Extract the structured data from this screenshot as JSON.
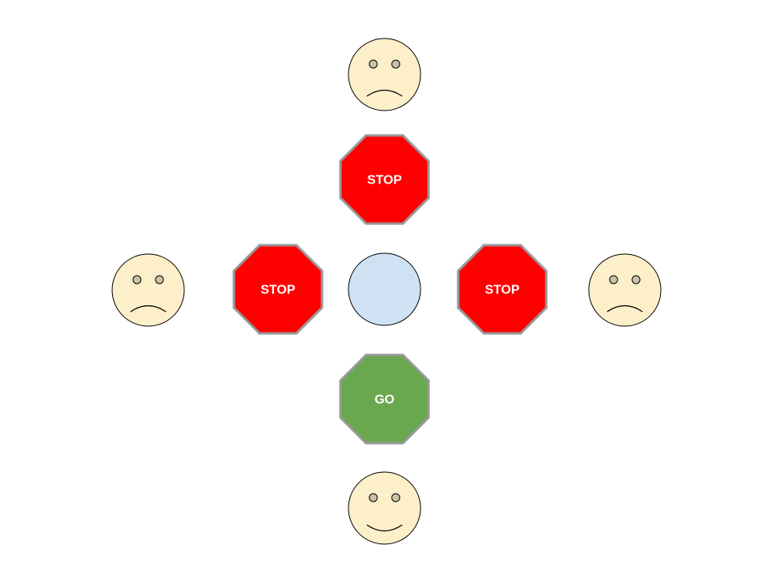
{
  "colors": {
    "face_fill": "#fdefc9",
    "face_stroke": "#000000",
    "eye_fill": "#c8c3a8",
    "stop_fill": "#ff0000",
    "go_fill": "#6aa84f",
    "sign_stroke": "#999999",
    "intersection_fill": "#cfe2f3",
    "intersection_stroke": "#000000"
  },
  "intersection": {
    "icon": "intersection-circle"
  },
  "faces": [
    {
      "position": "top",
      "mood": "sad",
      "icon": "sad-face-icon"
    },
    {
      "position": "left",
      "mood": "sad",
      "icon": "sad-face-icon"
    },
    {
      "position": "right",
      "mood": "sad",
      "icon": "sad-face-icon"
    },
    {
      "position": "bottom",
      "mood": "happy",
      "icon": "happy-face-icon"
    }
  ],
  "signs": [
    {
      "position": "top",
      "label": "STOP",
      "color": "#ff0000",
      "icon": "stop-sign-icon"
    },
    {
      "position": "left",
      "label": "STOP",
      "color": "#ff0000",
      "icon": "stop-sign-icon"
    },
    {
      "position": "right",
      "label": "STOP",
      "color": "#ff0000",
      "icon": "stop-sign-icon"
    },
    {
      "position": "bottom",
      "label": "GO",
      "color": "#6aa84f",
      "icon": "go-sign-icon"
    }
  ]
}
